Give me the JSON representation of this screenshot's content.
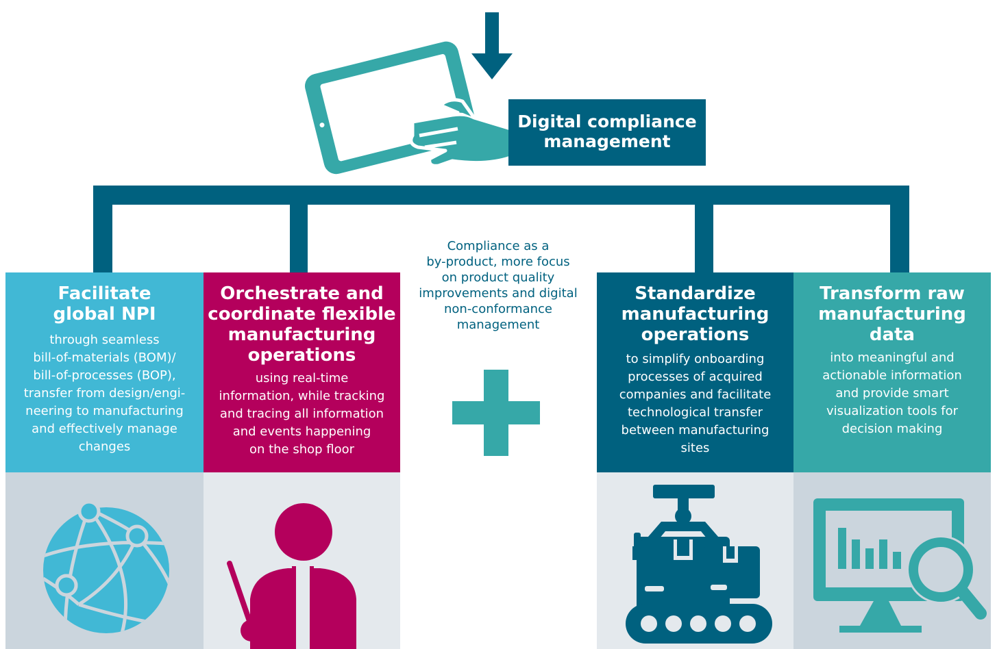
{
  "header": {
    "title": "Digital compliance\nmanagement"
  },
  "center": {
    "text": "Compliance as a\nby-product, more focus\non product quality\nimprovements and digital\nnon-conformance\nmanagement"
  },
  "boxes": [
    {
      "title": "Facilitate\nglobal NPI",
      "body": "through seamless\nbill-of-materials (BOM)/\nbill-of-processes (BOP),\ntransfer from design/engi-\nneering to manufacturing\nand effectively manage\nchanges",
      "icon": "globe-network-icon"
    },
    {
      "title": "Orchestrate and\ncoordinate flexible\nmanufacturing\noperations",
      "body": "using real-time\ninformation, while tracking\nand tracing all information\nand events happening\non the shop floor",
      "icon": "presenter-person-icon"
    },
    {
      "title": "Standardize\nmanufacturing\noperations",
      "body": "to simplify onboarding\nprocesses of acquired\ncompanies and facilitate\ntechnological transfer\nbetween manufacturing\nsites",
      "icon": "conveyor-robot-arm-icon"
    },
    {
      "title": "Transform raw\nmanufacturing\ndata",
      "body": "into meaningful and\nactionable information\nand provide smart\nvisualization tools for\ndecision making",
      "icon": "monitor-analytics-icon"
    }
  ],
  "colors": {
    "dark_teal": "#00617f",
    "light_blue": "#41b8d5",
    "magenta": "#b4005c",
    "teal": "#36a8a8",
    "icon_bg_gray": "#cbd5dd",
    "icon_bg_light": "#e4e9ed"
  }
}
